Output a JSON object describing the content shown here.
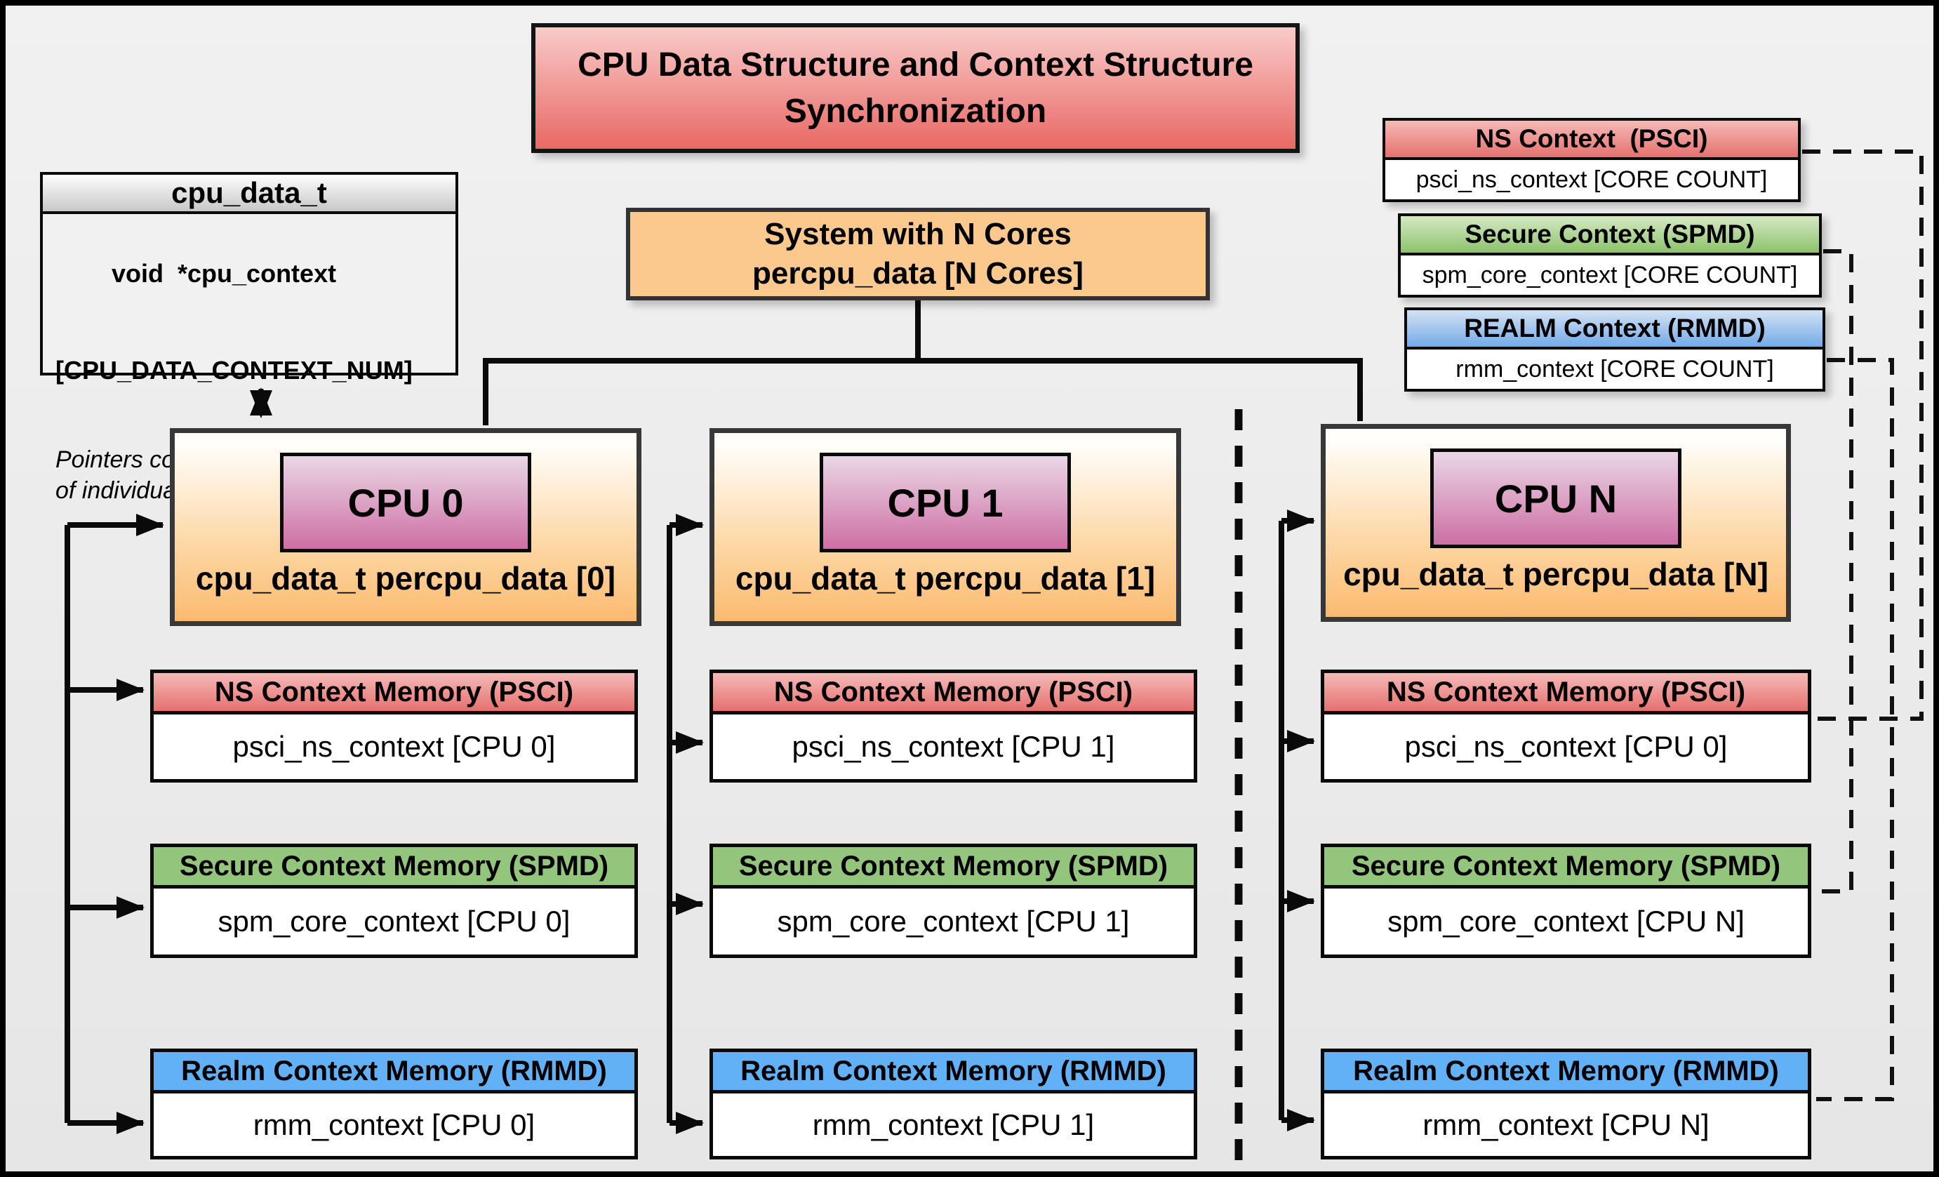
{
  "title": {
    "line1": "CPU Data Structure and Context Structure",
    "line2": "Synchronization"
  },
  "cpu_data_t": {
    "header": "cpu_data_t",
    "field_line1": "void  *cpu_context",
    "field_line2": "[CPU_DATA_CONTEXT_NUM]",
    "note_line1": "Pointers configured with locations",
    "note_line2": "of individual world context memory"
  },
  "system": {
    "line1": "System with N Cores",
    "line2": "percpu_data [N Cores]"
  },
  "legend": {
    "ns": {
      "title": "NS Context  (PSCI)",
      "value": "psci_ns_context [CORE COUNT]"
    },
    "secure": {
      "title": "Secure Context (SPMD)",
      "value": "spm_core_context [CORE COUNT]"
    },
    "realm": {
      "title": "REALM Context (RMMD)",
      "value": "rmm_context [CORE COUNT]"
    }
  },
  "memory_headers": {
    "ns": "NS Context Memory (PSCI)",
    "secure": "Secure Context Memory (SPMD)",
    "realm": "Realm Context Memory (RMMD)"
  },
  "columns": [
    {
      "cpu": "CPU 0",
      "percpu": "cpu_data_t percpu_data [0]",
      "ns": "psci_ns_context [CPU 0]",
      "secure": "spm_core_context [CPU 0]",
      "realm": "rmm_context [CPU 0]"
    },
    {
      "cpu": "CPU 1",
      "percpu": "cpu_data_t percpu_data [1]",
      "ns": "psci_ns_context [CPU 1]",
      "secure": "spm_core_context [CPU 1]",
      "realm": "rmm_context [CPU 1]"
    },
    {
      "cpu": "CPU N",
      "percpu": "cpu_data_t percpu_data [N]",
      "ns": "psci_ns_context [CPU 0]",
      "secure": "spm_core_context [CPU N]",
      "realm": "rmm_context [CPU N]"
    }
  ],
  "colors": {
    "red_header_top": "#f6bab8",
    "red_header_bottom": "#e5716e",
    "green_header": "#94c57c",
    "blue_header": "#62b1f6",
    "orange_box": "#fbc98d",
    "cpu_gradient_bottom": "#fbba70",
    "pink_label_bottom": "#ce6fa4",
    "title_top": "#f8cbc9",
    "title_bottom": "#e96865",
    "background": "#ededed",
    "line": "#0a0a0a"
  }
}
